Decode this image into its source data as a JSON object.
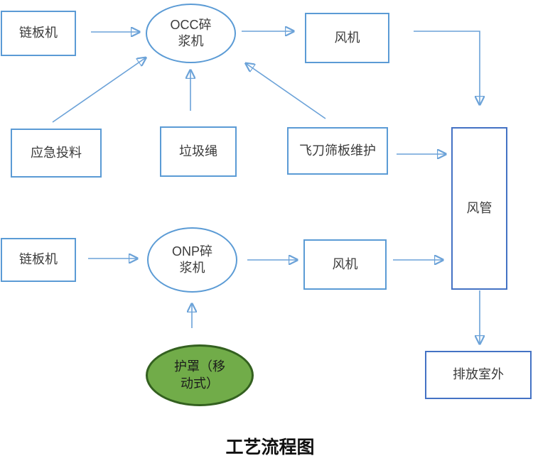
{
  "title": "工艺流程图",
  "colors": {
    "box_border": "#5B9BD5",
    "dark_box_border": "#4472C4",
    "arrow": "#6BA2D8",
    "arrowhead": "#3F7DC8",
    "green_fill": "#71AC49",
    "green_border": "#33601f",
    "text": "#3b3b3b"
  },
  "nodes": {
    "chain_plate_1": {
      "label": "链板机"
    },
    "occ_pulper": {
      "line1": "OCC碎",
      "line2": "浆机"
    },
    "fan_1": {
      "label": "风机"
    },
    "emergency_feed": {
      "label": "应急投料"
    },
    "garbage_rope": {
      "label": "垃圾绳"
    },
    "knife_screen_maintenance": {
      "label": "飞刀筛板维护"
    },
    "air_duct": {
      "label": "风管"
    },
    "chain_plate_2": {
      "label": "链板机"
    },
    "onp_pulper": {
      "line1": "ONP碎",
      "line2": "浆机"
    },
    "fan_2": {
      "label": "风机"
    },
    "hood_mobile": {
      "line1": "护罩（移",
      "line2": "动式）"
    },
    "discharge_outdoor": {
      "label": "排放室外"
    }
  }
}
